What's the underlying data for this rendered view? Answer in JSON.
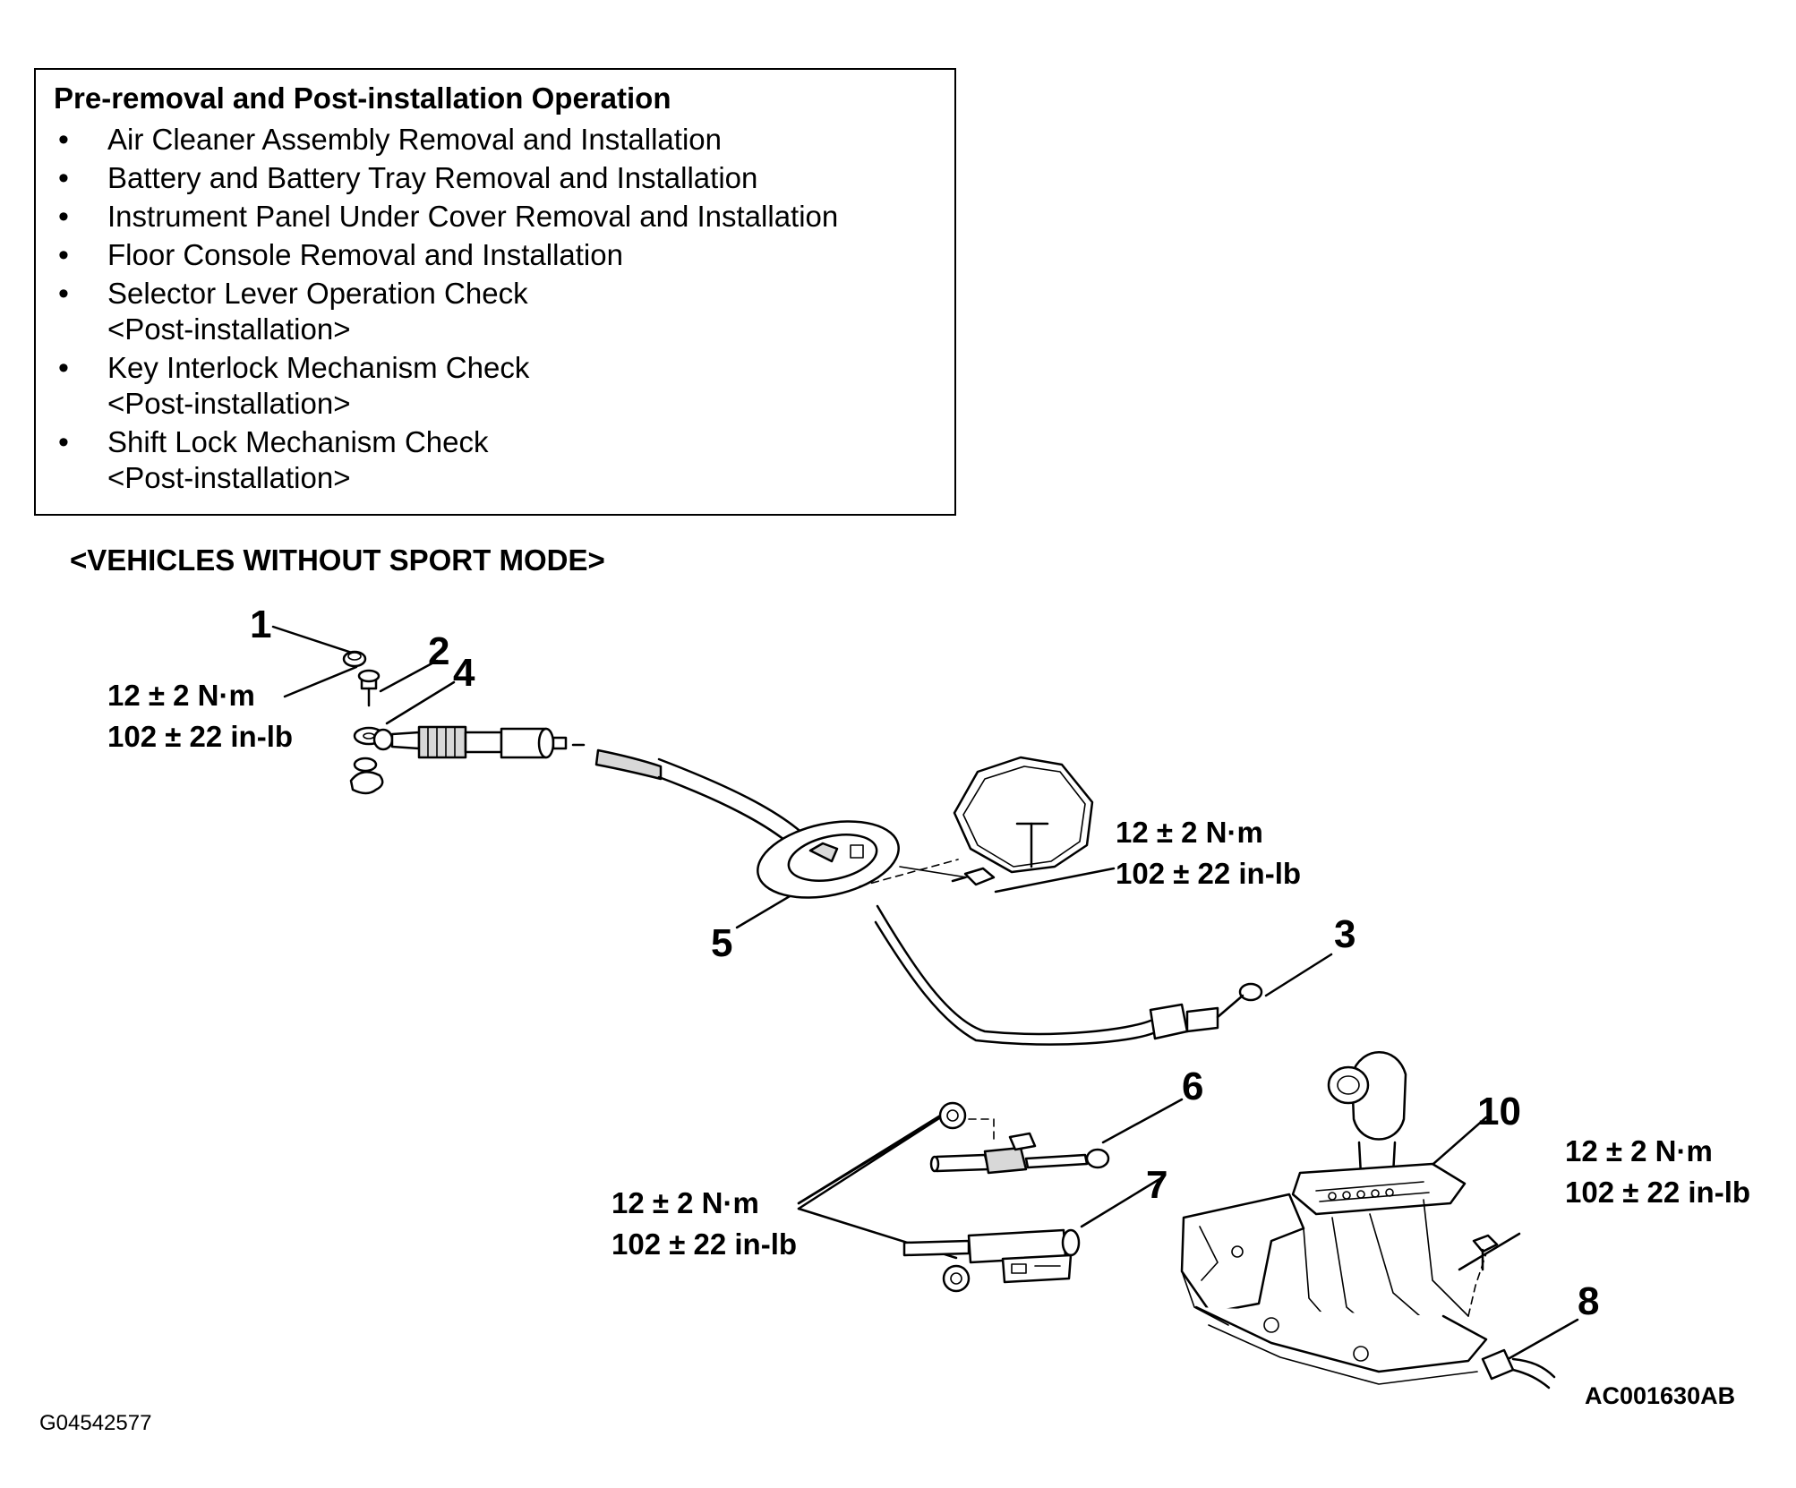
{
  "notice": {
    "title": "Pre-removal and Post-installation Operation",
    "items": [
      {
        "text": "Air Cleaner Assembly Removal and Installation",
        "sub": ""
      },
      {
        "text": "Battery and Battery Tray Removal and Installation",
        "sub": ""
      },
      {
        "text": "Instrument Panel Under Cover Removal and Installation",
        "sub": ""
      },
      {
        "text": "Floor Console Removal and Installation",
        "sub": ""
      },
      {
        "text": "Selector Lever Operation Check",
        "sub": "<Post-installation>"
      },
      {
        "text": "Key Interlock Mechanism Check",
        "sub": "<Post-installation>"
      },
      {
        "text": "Shift Lock Mechanism Check",
        "sub": "<Post-installation>"
      }
    ]
  },
  "section_label": "<VEHICLES WITHOUT SPORT MODE>",
  "torque_specs": [
    {
      "metric": "12 ± 2 N·m",
      "imperial": "102 ± 22 in-lb"
    },
    {
      "metric": "12 ± 2 N·m",
      "imperial": "102 ± 22 in-lb"
    },
    {
      "metric": "12 ± 2 N·m",
      "imperial": "102 ± 22 in-lb"
    },
    {
      "metric": "12 ± 2 N·m",
      "imperial": "102 ± 22 in-lb"
    }
  ],
  "callouts": [
    "1",
    "2",
    "4",
    "5",
    "3",
    "6",
    "7",
    "10",
    "8"
  ],
  "figure_code": "AC001630AB",
  "image_code": "G04542577"
}
